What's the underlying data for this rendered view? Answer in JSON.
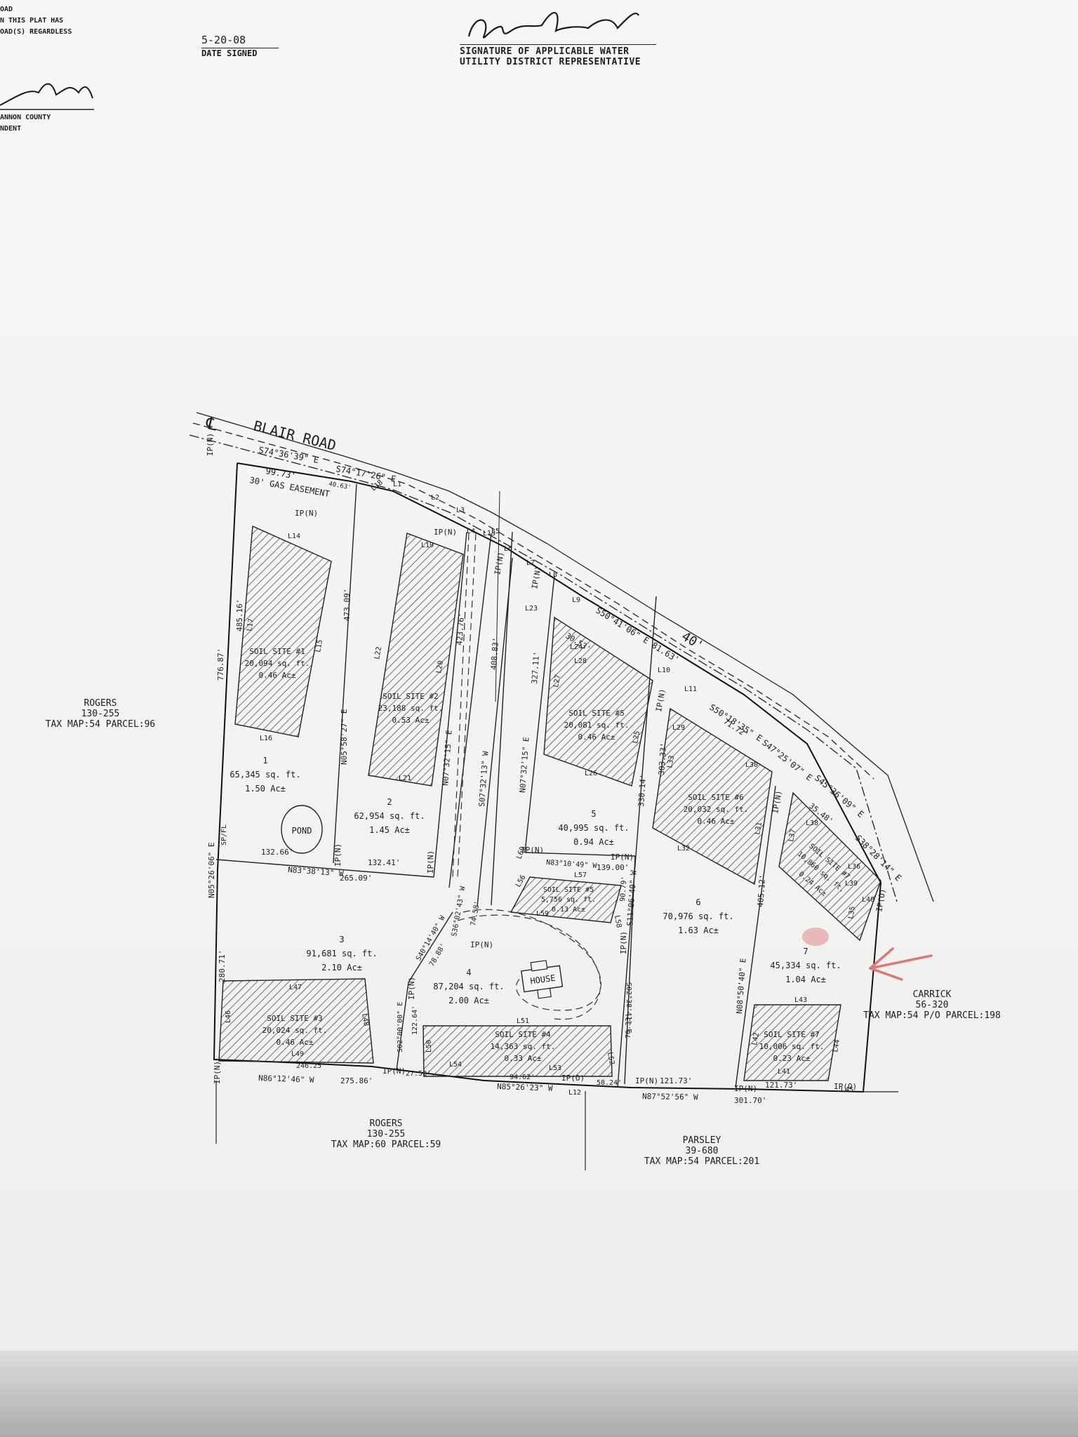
{
  "header": {
    "corner_lines": [
      "OAD",
      "N THIS PLAT HAS",
      "OAD(S) REGARDLESS"
    ],
    "date_signed_value": "5-20-08",
    "date_signed_label": "DATE SIGNED",
    "water_sig_line1": "SIGNATURE OF APPLICABLE WATER",
    "water_sig_line2": "UTILITY DISTRICT REPRESENTATIVE",
    "county_lines": [
      "ANNON COUNTY",
      "NDENT"
    ]
  },
  "road": {
    "name": "BLAIR ROAD",
    "centerline": "℄"
  },
  "road_calls": {
    "c1": "S74°36'39\" E",
    "c2": "S74°17'26\" E",
    "d1": "99.73'",
    "d2": "40.63'",
    "c3": "S50°41'06\" E 81.63'",
    "c4": "S50°18'35\" E",
    "c5": "S47°25'07\" E",
    "c6": "S45°36'09\" E",
    "c7": "S38°28'14\" E",
    "easement": "30' GAS EASEMENT",
    "strip": "40'",
    "d3": "30.53'",
    "d4": "71.72'",
    "d5": "35.48'"
  },
  "lots": [
    {
      "num": "1",
      "sqft": "65,345 sq. ft.",
      "ac": "1.50 Ac±"
    },
    {
      "num": "2",
      "sqft": "62,954 sq. ft.",
      "ac": "1.45 Ac±"
    },
    {
      "num": "3",
      "sqft": "91,681 sq. ft.",
      "ac": "2.10 Ac±"
    },
    {
      "num": "4",
      "sqft": "87,204 sq. ft.",
      "ac": "2.00 Ac±"
    },
    {
      "num": "5",
      "sqft": "40,995 sq. ft.",
      "ac": "0.94 Ac±"
    },
    {
      "num": "6",
      "sqft": "70,976 sq. ft.",
      "ac": "1.63 Ac±"
    },
    {
      "num": "7",
      "sqft": "45,334 sq. ft.",
      "ac": "1.04 Ac±"
    }
  ],
  "soil_sites": [
    {
      "name": "SOIL SITE #1",
      "sqft": "20,094 sq. ft.",
      "ac": "0.46 Ac±"
    },
    {
      "name": "SOIL SITE #2",
      "sqft": "23,188 sq. ft.",
      "ac": "0.53 Ac±"
    },
    {
      "name": "SOIL SITE #3",
      "sqft": "20,024 sq. ft.",
      "ac": "0.46 Ac±"
    },
    {
      "name": "SOIL SITE #4",
      "sqft": "14,363 sq. ft.",
      "ac": "0.33 Ac±"
    },
    {
      "name": "SOIL SITE #5",
      "sqft": "20,081 sq. ft.",
      "ac": "0.46 Ac±"
    },
    {
      "name": "SOIL SITE #5",
      "sqft": "5,756 sq. ft.",
      "ac": "0.13 Ac±"
    },
    {
      "name": "SOIL SITE #6",
      "sqft": "20,032 sq. ft.",
      "ac": "0.46 Ac±"
    },
    {
      "name": "SOIL SITE #7",
      "sqft": "10,860 sq. ft.",
      "ac": "0.24 Ac±"
    },
    {
      "name": "SOIL SITE #7",
      "sqft": "10,006 sq. ft.",
      "ac": "0.23 Ac±"
    }
  ],
  "features": {
    "pond": "POND",
    "house": "HOUSE"
  },
  "adjoiners": [
    {
      "name": "ROGERS",
      "ref": "130-255",
      "map": "TAX MAP:54 PARCEL:96"
    },
    {
      "name": "ROGERS",
      "ref": "130-255",
      "map": "TAX MAP:60 PARCEL:59"
    },
    {
      "name": "PARSLEY",
      "ref": "39-680",
      "map": "TAX MAP:54 PARCEL:201"
    },
    {
      "name": "CARRICK",
      "ref": "56-320",
      "map": "TAX MAP:54 P/O PARCEL:198"
    }
  ],
  "bearings": {
    "west": "N05°26'06\" E",
    "lot1_n": "N05°58'27\" E",
    "lot2_mid": "N07°32'15\" E",
    "drive": "S07°32'13\" W",
    "lot5": "N07°32'15\" E",
    "lot56": "S11°06'40\" W",
    "lot6": "N08°50'40\" E",
    "lot13": "N83°38'13\" W",
    "south1": "N86°12'46\" W",
    "south2": "N85°26'23\" W",
    "south3": "N87°52'56\" W",
    "lot5s": "N83°10'49\" W",
    "lot34": "S40°14'40\" W",
    "lot34b": "S36°02'43\" W",
    "lot4w": "S02°00'00\" E",
    "lot4e": "S02°38'41\" E"
  },
  "distances": {
    "d776": "776.87'",
    "d485": "485.16'",
    "d473": "473.09'",
    "d423": "423.76'",
    "d408": "408.83'",
    "d327": "327.11'",
    "d330": "330.14'",
    "d303": "303.33'",
    "d405": "405.12'",
    "d132a": "132.66'",
    "d132b": "132.41'",
    "d265": "265.09'",
    "d139": "139.00'",
    "d275": "275.86'",
    "d27": "27.52'",
    "d94": "94.62'",
    "d58": "58.24'",
    "d121a": "121.73'",
    "d121b": "121.73'",
    "d301": "301.70'",
    "d280": "280.71'",
    "d122": "122.64'",
    "d74": "74.58'",
    "d78": "78.88'",
    "d90": "90.79'",
    "d70": "70.33'",
    "d246": "246.25'",
    "spfl": "SP/FL"
  },
  "pins": {
    "ipn": "IP(N)",
    "ipo": "IP(O)",
    "ipn_f": "IP(N)"
  },
  "lines": [
    "L1",
    "L2",
    "L3",
    "L4",
    "L5",
    "L6",
    "L7",
    "L8",
    "L9",
    "L10",
    "L11",
    "L12",
    "L13",
    "L14",
    "L15",
    "L16",
    "L17",
    "L18",
    "L19",
    "L20",
    "L21",
    "L22",
    "L23",
    "L24",
    "L25",
    "L26",
    "L27",
    "L28",
    "L29",
    "L30",
    "L31",
    "L32",
    "L33",
    "L35",
    "L36",
    "L37",
    "L38",
    "L39",
    "L40",
    "L41",
    "L42",
    "L43",
    "L44",
    "L45",
    "L46",
    "L47",
    "L48",
    "L49",
    "L50",
    "L51",
    "L52",
    "L53",
    "L54",
    "L56",
    "L57",
    "L58",
    "L59",
    "L60"
  ],
  "stamp_colors": {
    "ink": "#1d1d1d",
    "arrow": "#d97a7a",
    "hatch": "#2c2c2c"
  }
}
